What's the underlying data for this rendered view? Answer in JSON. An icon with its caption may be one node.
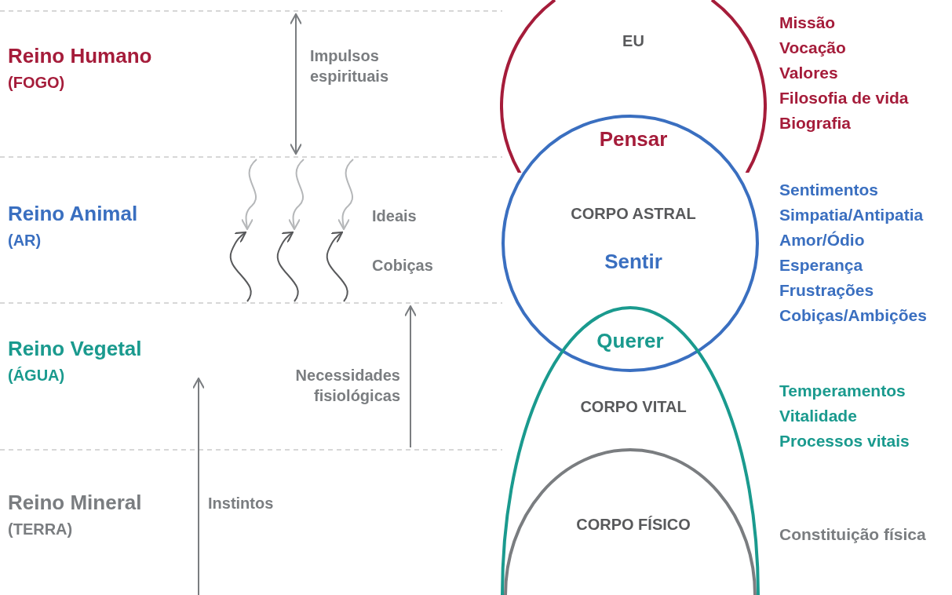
{
  "diagram": {
    "nodes": [
      {
        "text": [
          "EU"
        ]
      },
      {
        "text": [
          "CORPO ASTRAL",
          "Sentir"
        ]
      },
      {
        "text": [
          "CORPO VITAL"
        ]
      },
      {
        "text": [
          "CORPO FÍSICO"
        ],
        "in": 2
      }
    ],
    "labels": [
      "Reino Humano",
      "(FOGO)",
      "Impulsos espirituais",
      "Missão",
      "Vocação",
      "Valores",
      "Filosofia de vida",
      "Biografia",
      "Pensar",
      "Reino Animal",
      "(AR)",
      "Ideais",
      "Cobiças",
      "Sentimentos",
      "Simpatia/Antipatia",
      "Amor/Ódio",
      "Esperança",
      "Frustrações",
      "Cobiças/Ambições",
      "Querer",
      "Reino Vegetal",
      "(ÁGUA)",
      "Necessidades fisiológicas",
      "Temperamentos",
      "Vitalidade",
      "Processos vitais",
      "Reino Mineral",
      "(TERRA)",
      "Instintos",
      "Constituição física"
    ]
  }
}
